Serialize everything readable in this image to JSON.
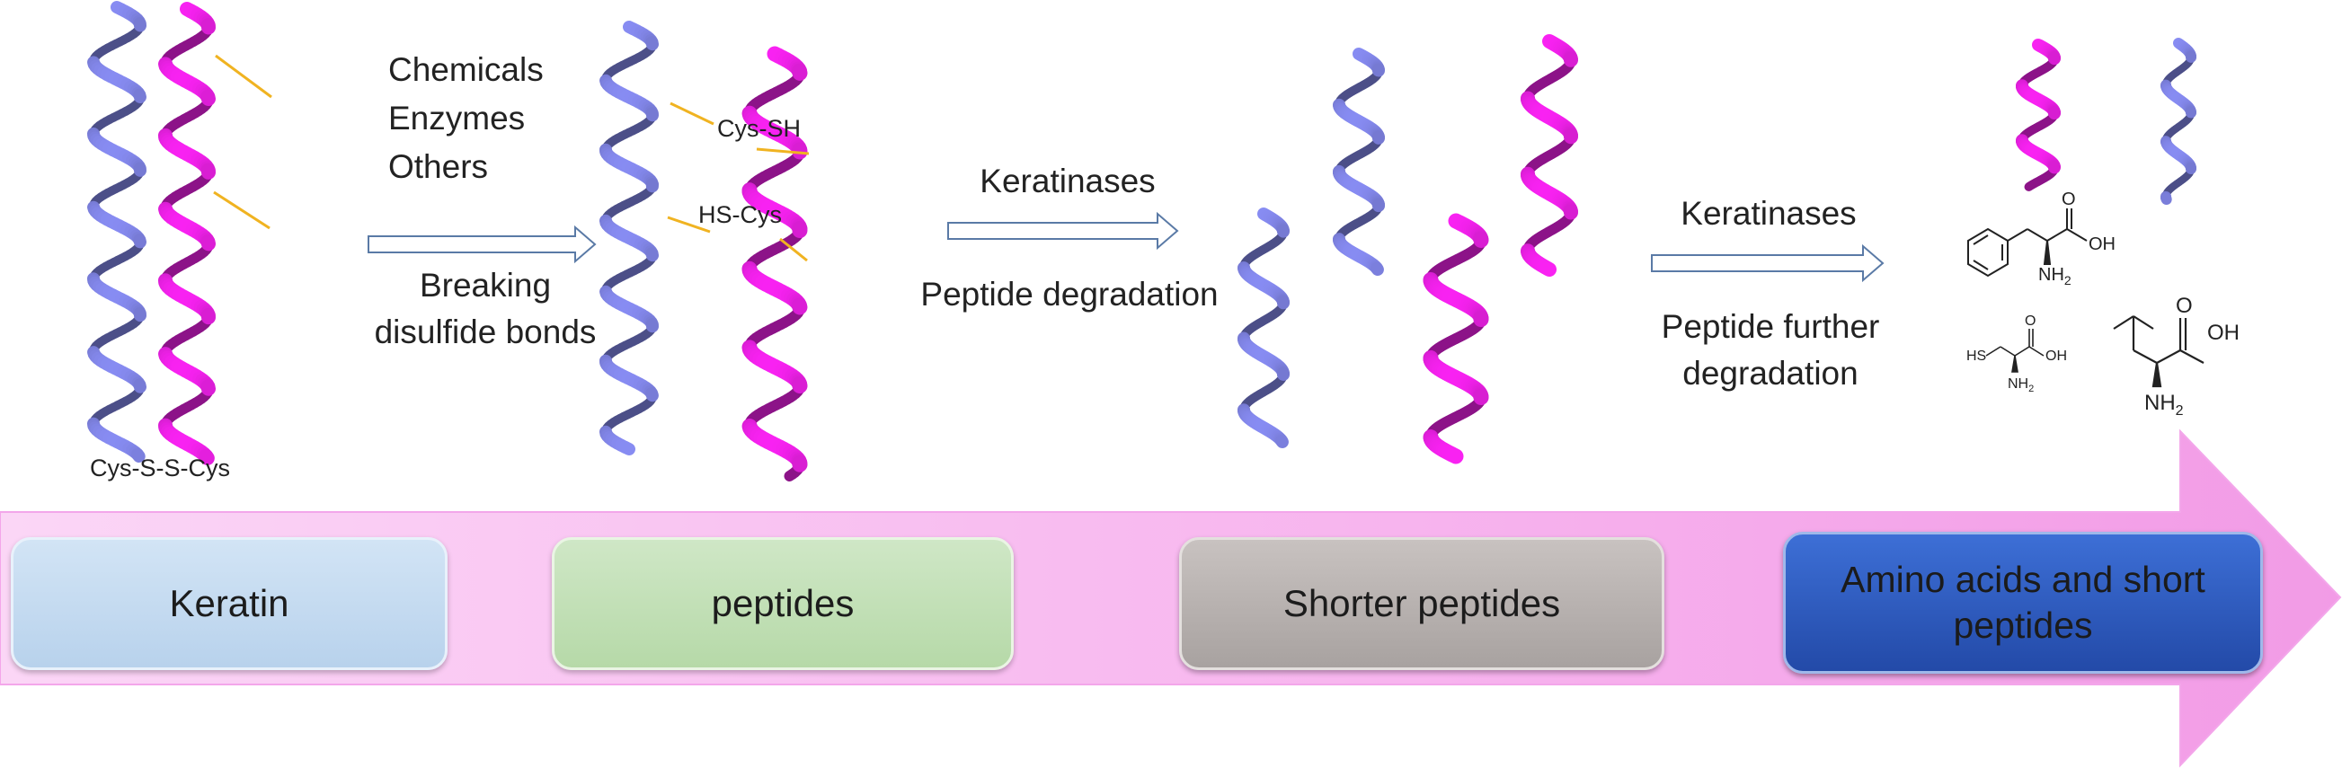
{
  "stages": {
    "keratin": "Keratin",
    "peptides": "peptides",
    "shorter_peptides": "Shorter peptides",
    "amino_acids_line1": "Amino acids and short",
    "amino_acids_line2": "peptides"
  },
  "step1": {
    "agents": [
      "Chemicals",
      "Enzymes",
      "Others"
    ],
    "action_line1": "Breaking",
    "action_line2": "disulfide bonds"
  },
  "step2": {
    "enzyme": "Keratinases",
    "action": "Peptide degradation"
  },
  "step3": {
    "enzyme": "Keratinases",
    "action_line1": "Peptide further",
    "action_line2": "degradation"
  },
  "bond_labels": {
    "disulfide": "Cys-S-S-Cys",
    "thiol_1": "Cys-SH",
    "thiol_2": "HS-Cys"
  },
  "chem": {
    "oh": "OH",
    "o": "O",
    "nh2_n": "NH",
    "nh2_sub": "2",
    "hs": "HS"
  },
  "colors": {
    "helix_blue": "#7b7fdc",
    "helix_magenta": "#e21fdc",
    "bond": "#f0b321",
    "main_arrow": "#f4a0ea",
    "keratin_box": "#bcd4ee",
    "peptides_box": "#bddcb0",
    "shorter_box": "#b0aaa8",
    "amino_box": "#2c55b8"
  },
  "icons": [
    "process-arrow-icon",
    "helix-icon",
    "amino-acid-structure-icon"
  ]
}
